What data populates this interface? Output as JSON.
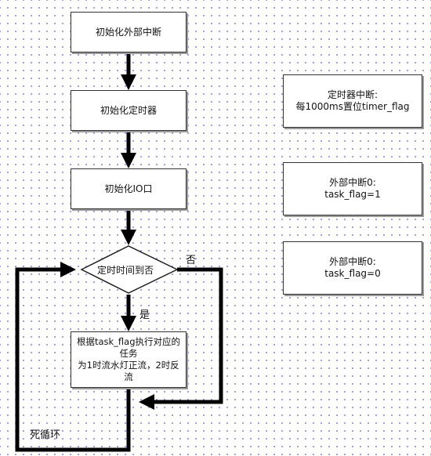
{
  "flow": {
    "init_interrupt": "初始化外部中断",
    "init_timer": "初始化定时器",
    "init_io": "初始化IO口",
    "decision": "定时时间到否",
    "action_line1": "根据task_flag执行对应的",
    "action_line2": "任务",
    "action_line3": "为1时流水灯正流，2时反",
    "action_line4": "流"
  },
  "labels": {
    "no": "否",
    "yes": "是",
    "loop": "死循环"
  },
  "notes": {
    "timer_isr_line1": "定时器中断:",
    "timer_isr_line2": "每1000ms置位timer_flag",
    "ext0_a_line1": "外部中断0:",
    "ext0_a_line2": "task_flag=1",
    "ext0_b_line1": "外部中断0:",
    "ext0_b_line2": "task_flag=0"
  }
}
